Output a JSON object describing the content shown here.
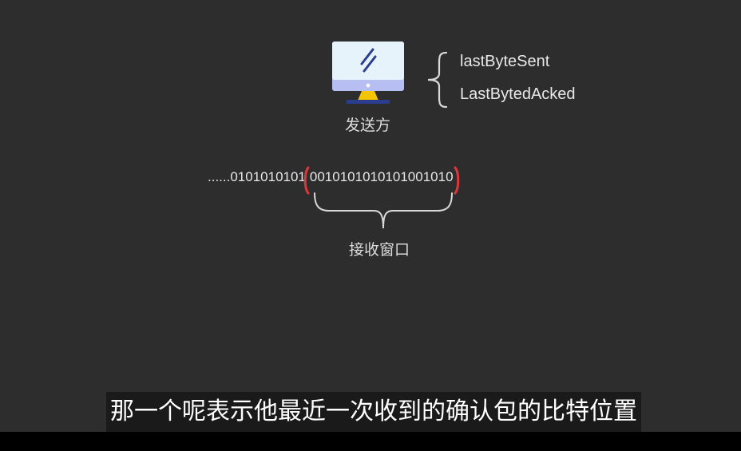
{
  "sender": {
    "label": "发送方",
    "vars": [
      "lastByteSent",
      "LastBytedAcked"
    ]
  },
  "stream": {
    "prefix": "......0101010101",
    "window_bits": "0010101010101001010"
  },
  "receive_window": {
    "label": "接收窗口"
  },
  "subtitle": "那一个呢表示他最近一次收到的确认包的比特位置",
  "colors": {
    "background": "#2d2d2d",
    "bracket_red": "#e0353b",
    "monitor_screen": "#e7f3fb",
    "monitor_bezel": "#b7bff2",
    "monitor_stand": "#f5c400",
    "monitor_base": "#2b3d8f"
  }
}
